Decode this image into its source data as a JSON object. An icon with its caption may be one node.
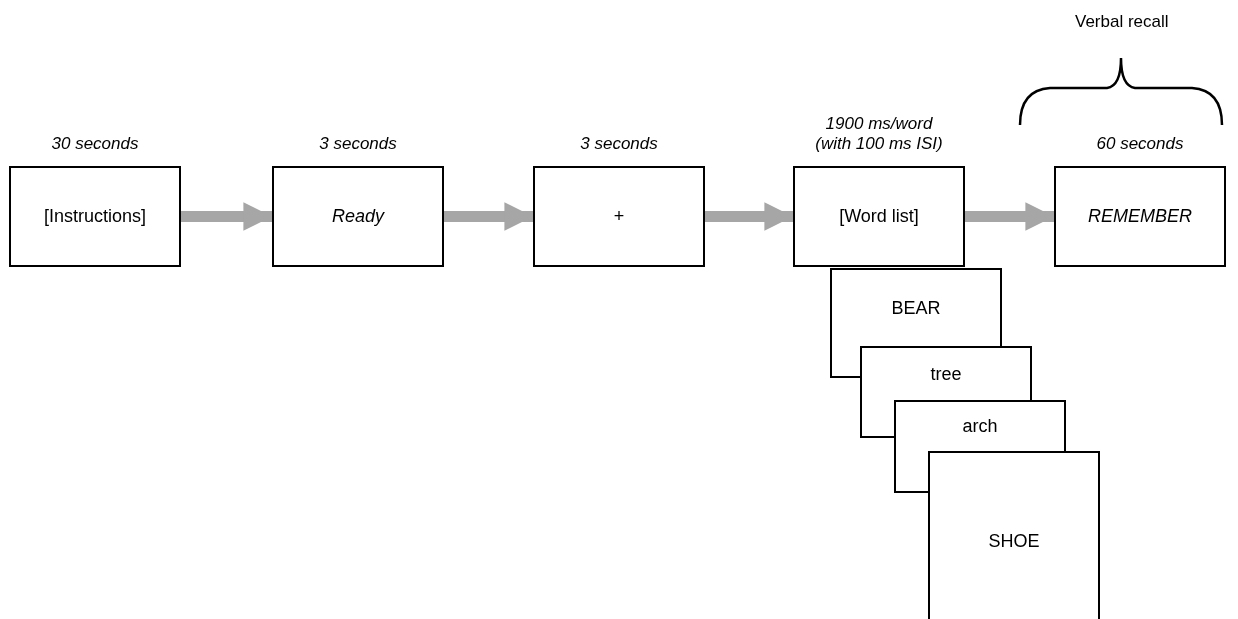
{
  "diagram": {
    "nodes": [
      {
        "text": [
          "[Instructions]"
        ],
        "beside": [
          "30 seconds"
        ]
      },
      {
        "text": [
          "Ready"
        ],
        "beside": [
          "3 seconds"
        ]
      },
      {
        "text": [
          "+"
        ],
        "beside": [
          "3 seconds"
        ]
      },
      {
        "text": [
          "[Word list]"
        ],
        "beside": [
          "1900 ms/word (with 100 ms ISI)"
        ]
      },
      {
        "text": [
          "BEAR"
        ]
      },
      {
        "text": [
          "tree"
        ]
      },
      {
        "text": [
          "arch"
        ]
      },
      {
        "text": [
          "SHOE"
        ]
      },
      {
        "text": [
          "REMEMBER"
        ],
        "beside": [
          "60 seconds"
        ]
      }
    ],
    "edges": [
      {
        "from": 0,
        "to": 1,
        "arrow": "to"
      },
      {
        "from": 1,
        "to": 2,
        "arrow": "to"
      },
      {
        "from": 2,
        "to": 3,
        "arrow": "to"
      },
      {
        "from": 3,
        "to": 8,
        "arrow": "to"
      }
    ],
    "labels": [
      "Verbal recall"
    ]
  }
}
